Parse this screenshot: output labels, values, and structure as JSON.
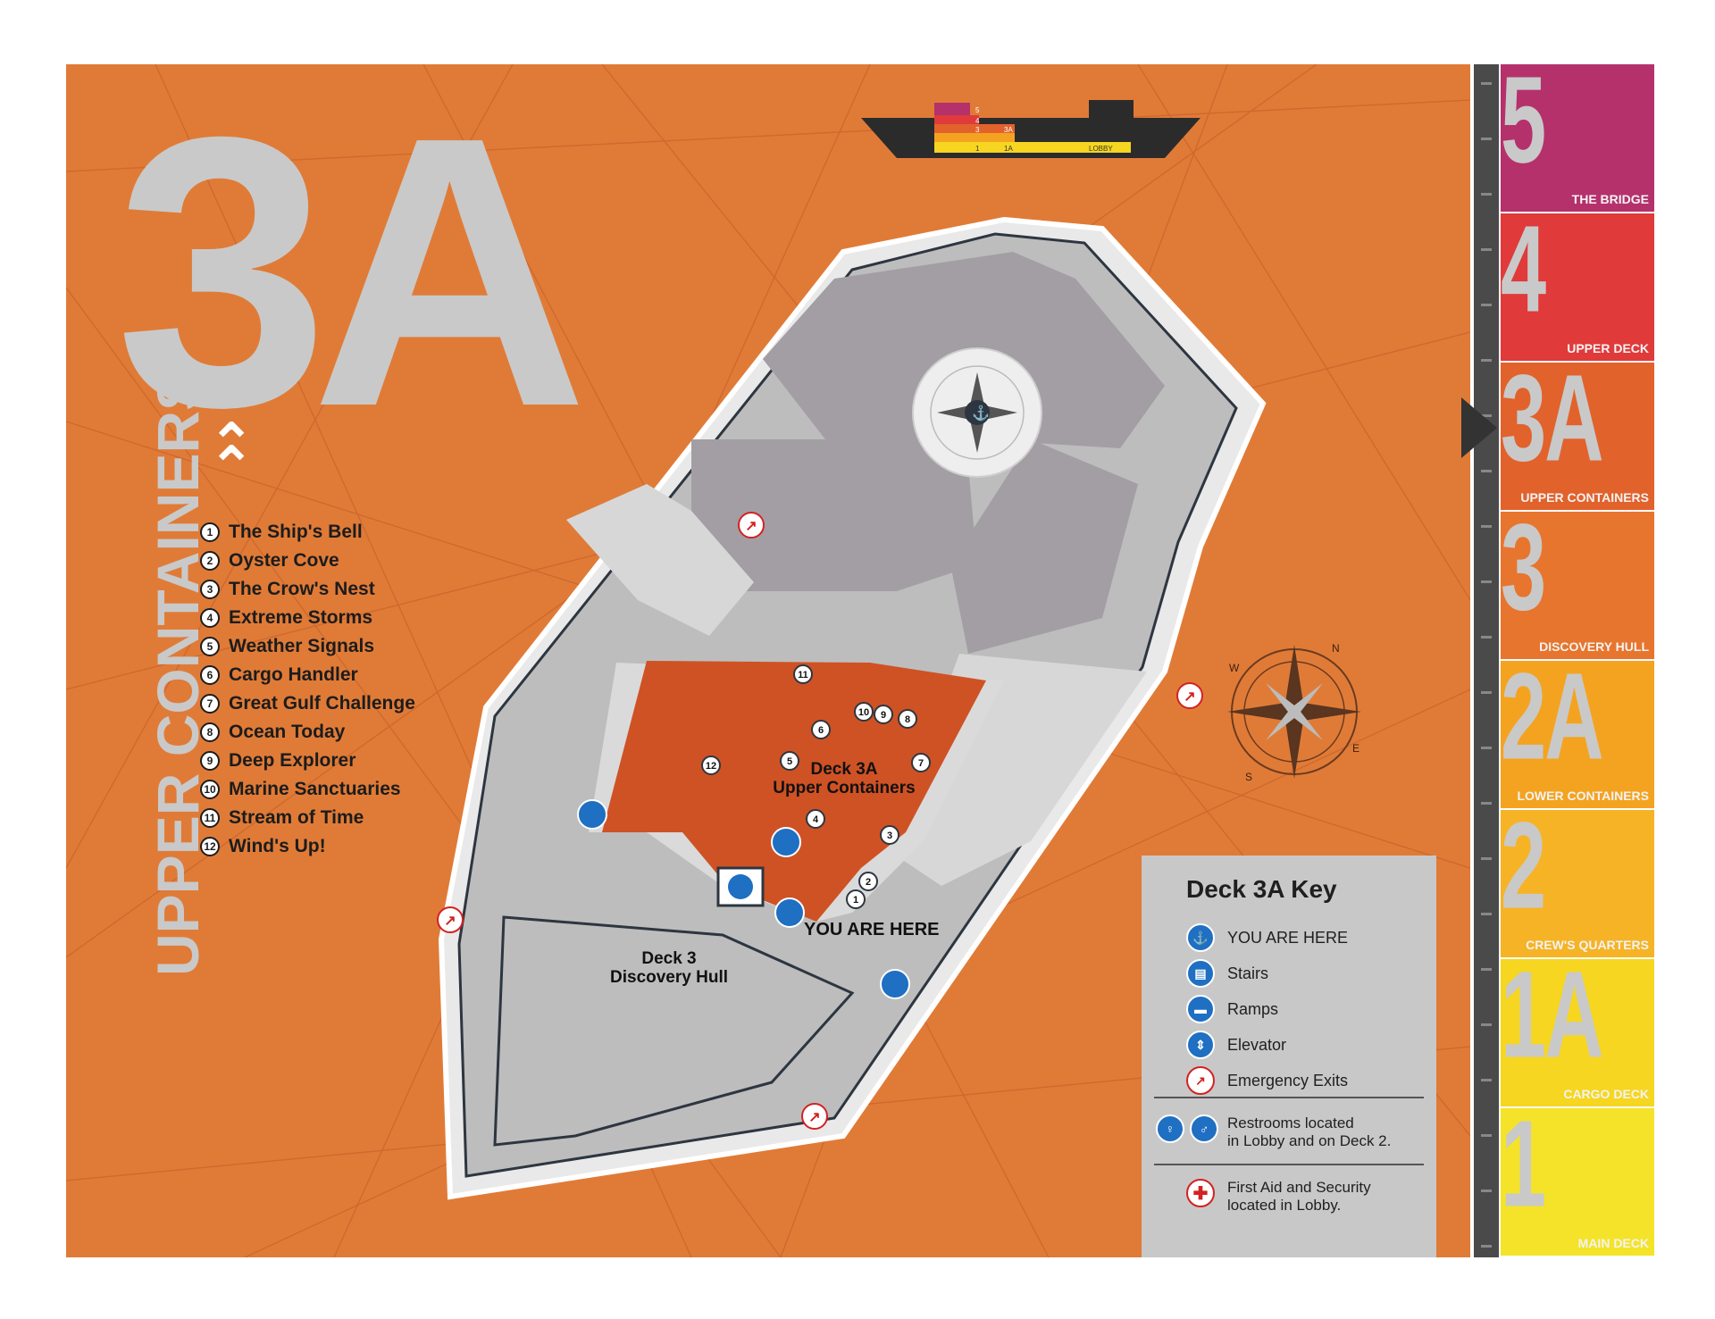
{
  "deck": {
    "code": "3A",
    "name": "UPPER CONTAINERS"
  },
  "exhibits": [
    {
      "num": "1",
      "name": "The Ship's Bell"
    },
    {
      "num": "2",
      "name": "Oyster Cove"
    },
    {
      "num": "3",
      "name": "The Crow's Nest"
    },
    {
      "num": "4",
      "name": "Extreme Storms"
    },
    {
      "num": "5",
      "name": "Weather Signals"
    },
    {
      "num": "6",
      "name": "Cargo Handler"
    },
    {
      "num": "7",
      "name": "Great Gulf Challenge"
    },
    {
      "num": "8",
      "name": "Ocean Today"
    },
    {
      "num": "9",
      "name": "Deep Explorer"
    },
    {
      "num": "10",
      "name": "Marine Sanctuaries"
    },
    {
      "num": "11",
      "name": "Stream of Time"
    },
    {
      "num": "12",
      "name": "Wind's Up!"
    }
  ],
  "map": {
    "area_3a_label": "Deck 3A\nUpper Containers",
    "area_3_label": "Deck 3\nDiscovery Hull",
    "you_are_here": "YOU ARE HERE",
    "ship_profile_labels": {
      "d5": "5",
      "d4": "4",
      "d3": "3",
      "d3a": "3A",
      "d1": "1",
      "d1a": "1A",
      "lobby": "LOBBY"
    }
  },
  "compass_letters": [
    "N",
    "S",
    "E",
    "W"
  ],
  "key": {
    "title": "Deck 3A Key",
    "items": [
      {
        "icon": "anchor-icon",
        "label": "YOU ARE HERE",
        "color": "#1f6fc2"
      },
      {
        "icon": "stairs-icon",
        "label": "Stairs",
        "color": "#1f6fc2"
      },
      {
        "icon": "ramp-icon",
        "label": "Ramps",
        "color": "#1f6fc2"
      },
      {
        "icon": "elevator-icon",
        "label": "Elevator",
        "color": "#1f6fc2"
      },
      {
        "icon": "emergency-exit-icon",
        "label": "Emergency Exits",
        "color": "#d32222"
      }
    ],
    "restrooms": "Restrooms located\nin Lobby and on Deck 2.",
    "first_aid": "First Aid and Security\nlocated in Lobby."
  },
  "decks": [
    {
      "number": "5",
      "name": "THE BRIDGE",
      "color": "#b5316c"
    },
    {
      "number": "4",
      "name": "UPPER DECK",
      "color": "#e03a3a"
    },
    {
      "number": "3A",
      "name": "UPPER CONTAINERS",
      "color": "#e2622c",
      "current": true
    },
    {
      "number": "3",
      "name": "DISCOVERY HULL",
      "color": "#e8752d"
    },
    {
      "number": "2A",
      "name": "LOWER CONTAINERS",
      "color": "#f4a321"
    },
    {
      "number": "2",
      "name": "CREW'S QUARTERS",
      "color": "#f6b326"
    },
    {
      "number": "1A",
      "name": "CARGO DECK",
      "color": "#f6d620"
    },
    {
      "number": "1",
      "name": "MAIN DECK",
      "color": "#f4e329"
    }
  ]
}
